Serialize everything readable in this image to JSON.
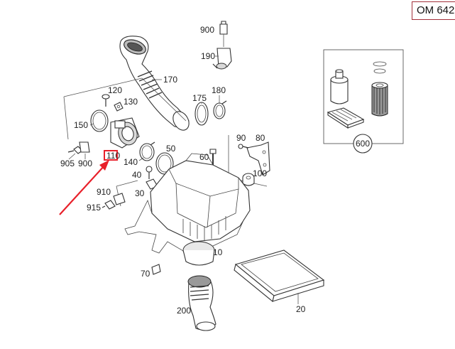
{
  "header": {
    "model_code": "OM 642"
  },
  "colors": {
    "highlight": "#e8202a",
    "badge_border": "#a3303a"
  },
  "labels": {
    "p900_top": "900",
    "p190": "190",
    "p170": "170",
    "p120": "120",
    "p130": "130",
    "p175": "175",
    "p180": "180",
    "p150": "150",
    "p110": "110",
    "p140": "140",
    "p50": "50",
    "p90": "90",
    "p80": "80",
    "p60": "60",
    "p100": "100",
    "p905": "905",
    "p900": "900",
    "p40": "40",
    "p910": "910",
    "p30": "30",
    "p915": "915",
    "p10": "10",
    "p70": "70",
    "p20": "20",
    "p200": "200",
    "p600": "600"
  }
}
